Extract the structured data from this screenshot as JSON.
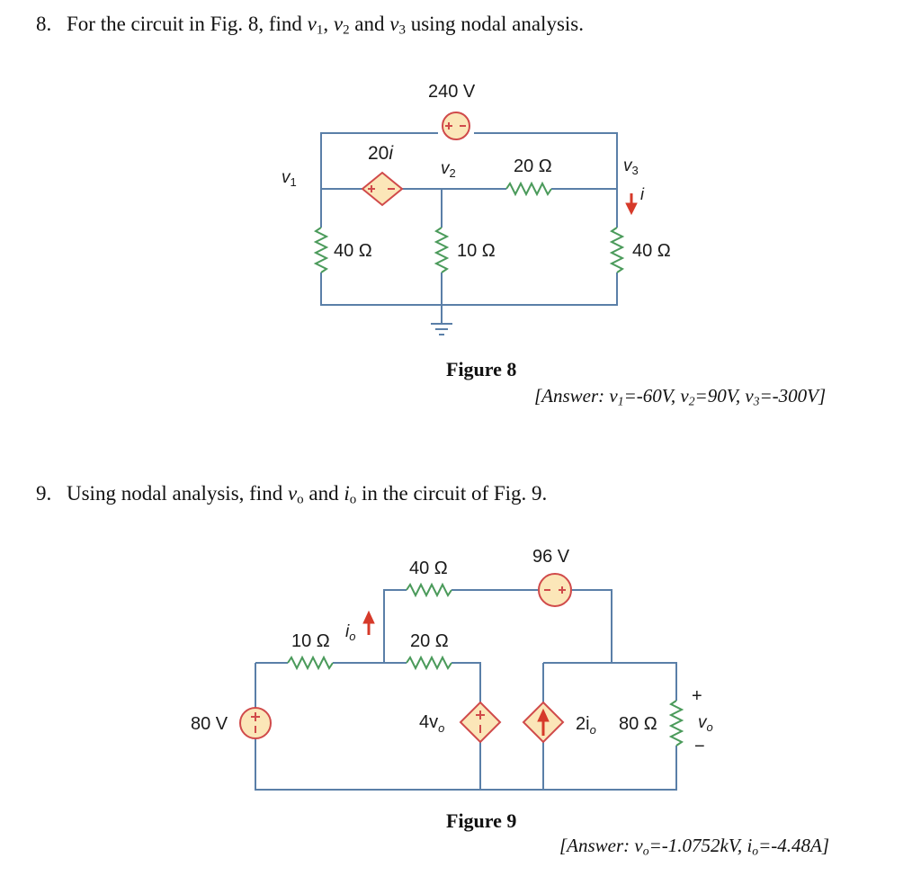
{
  "problem8": {
    "number": "8.",
    "text_before": "For the circuit in Fig. 8, find ",
    "v1": "v",
    "v1_sub": "1",
    "sep1": ", ",
    "v2": "v",
    "v2_sub": "2",
    "sep2": " and ",
    "v3": "v",
    "v3_sub": "3",
    "text_after": " using nodal analysis."
  },
  "figure8": {
    "source_240": "240 V",
    "dep_source_label": "20",
    "dep_source_var": "i",
    "node_v1": "v",
    "node_v1_sub": "1",
    "node_v2": "v",
    "node_v2_sub": "2",
    "node_v3": "v",
    "node_v3_sub": "3",
    "res_20": "20 Ω",
    "res_40_left": "40 Ω",
    "res_10": "10 Ω",
    "res_40_right": "40 Ω",
    "current_i": "i",
    "caption": "Figure 8"
  },
  "answer8": {
    "open": "[Answer: ",
    "v1": "v",
    "v1_sub": "1",
    "v1_val": "=-60V, ",
    "v2": "v",
    "v2_sub": "2",
    "v2_val": "=90V, ",
    "v3": "v",
    "v3_sub": "3",
    "v3_val": "=-300V]"
  },
  "problem9": {
    "number": "9.",
    "text_before": "Using nodal analysis, find ",
    "vo": "v",
    "vo_sub": "o",
    "mid": " and ",
    "io": "i",
    "io_sub": "o",
    "text_after": " in the circuit of Fig. 9."
  },
  "figure9": {
    "source_96": "96 V",
    "res_40": "40 Ω",
    "res_20": "20 Ω",
    "res_10": "10 Ω",
    "current_io": "i",
    "current_io_sub": "o",
    "source_80": "80 V",
    "dep_voltage": "4v",
    "dep_voltage_sub": "o",
    "dep_current": "2i",
    "dep_current_sub": "o",
    "res_80": "80 Ω",
    "vo_plus": "+",
    "vo_label": "v",
    "vo_label_sub": "o",
    "vo_minus": "−",
    "caption": "Figure 9"
  },
  "answer9": {
    "open": "[Answer: ",
    "vo": "v",
    "vo_sub": "o",
    "vo_val": "=-1.0752kV, ",
    "io": "i",
    "io_sub": "o",
    "io_val": "=-4.48A]"
  }
}
